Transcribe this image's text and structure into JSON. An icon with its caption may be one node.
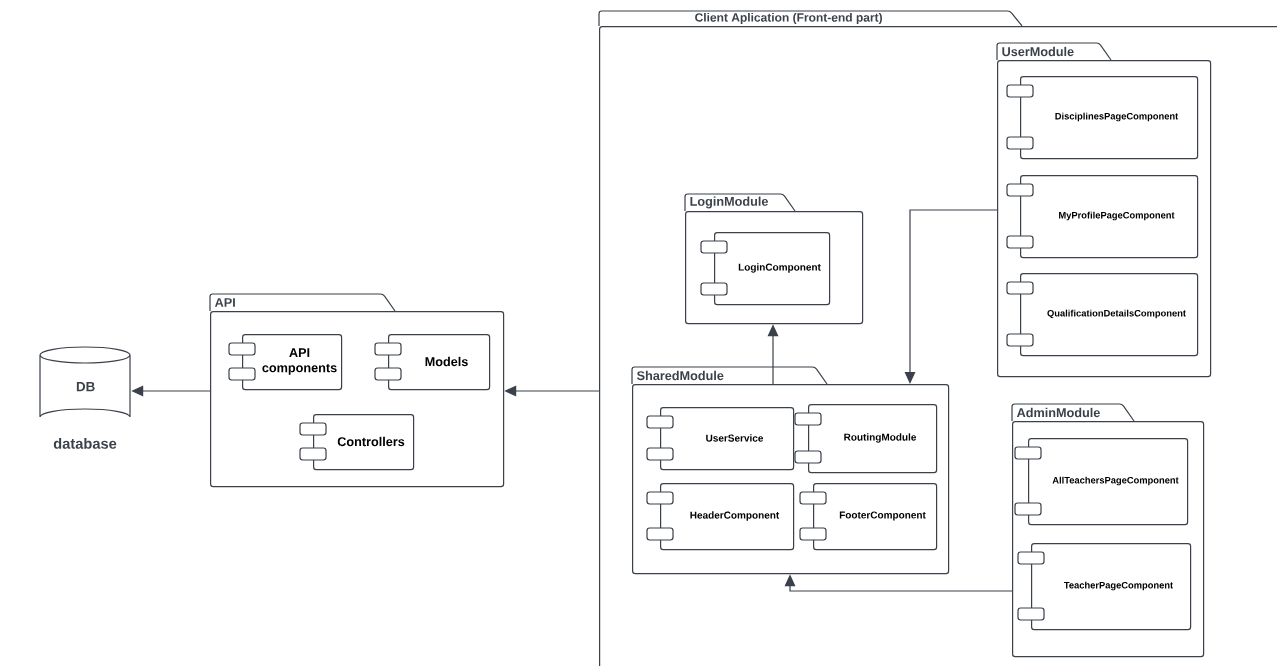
{
  "diagram": {
    "nodes": [
      {
        "text": [
          "DB"
        ],
        "beside": [
          "database"
        ]
      },
      {
        "text": [
          "API"
        ]
      },
      {
        "text": [
          "API components"
        ],
        "in": 1
      },
      {
        "text": [
          "Models"
        ],
        "in": 1
      },
      {
        "text": [
          "Controllers"
        ],
        "in": 1
      },
      {
        "text": [
          "Client Aplication (Front-end part)"
        ]
      },
      {
        "text": [
          "LoginModule"
        ],
        "in": 5
      },
      {
        "text": [
          "LoginComponent"
        ],
        "in": 6
      },
      {
        "text": [
          "SharedModule"
        ],
        "in": 5
      },
      {
        "text": [
          "UserService"
        ],
        "in": 8
      },
      {
        "text": [
          "RoutingModule"
        ],
        "in": 8
      },
      {
        "text": [
          "HeaderComponent"
        ],
        "in": 8
      },
      {
        "text": [
          "FooterComponent"
        ],
        "in": 8
      },
      {
        "text": [
          "UserModule"
        ],
        "in": 5
      },
      {
        "text": [
          "DisciplinesPageComponent"
        ],
        "in": 13
      },
      {
        "text": [
          "MyProfilePageComponent"
        ],
        "in": 13
      },
      {
        "text": [
          "QualificationDetailsComponent"
        ],
        "in": 13
      },
      {
        "text": [
          "AdminModule"
        ],
        "in": 5
      },
      {
        "text": [
          "AllTeachersPageComponent"
        ],
        "in": 17
      },
      {
        "text": [
          "TeacherPageComponent"
        ],
        "in": 17
      }
    ],
    "edges": [
      {
        "from": 1,
        "to": 0,
        "arrow": "to"
      },
      {
        "from": 5,
        "to": 1,
        "arrow": "to"
      },
      {
        "from": 8,
        "to": 6,
        "arrow": "to"
      },
      {
        "from": 13,
        "to": 8,
        "arrow": "to"
      },
      {
        "from": 17,
        "to": 8,
        "arrow": "to"
      }
    ]
  }
}
